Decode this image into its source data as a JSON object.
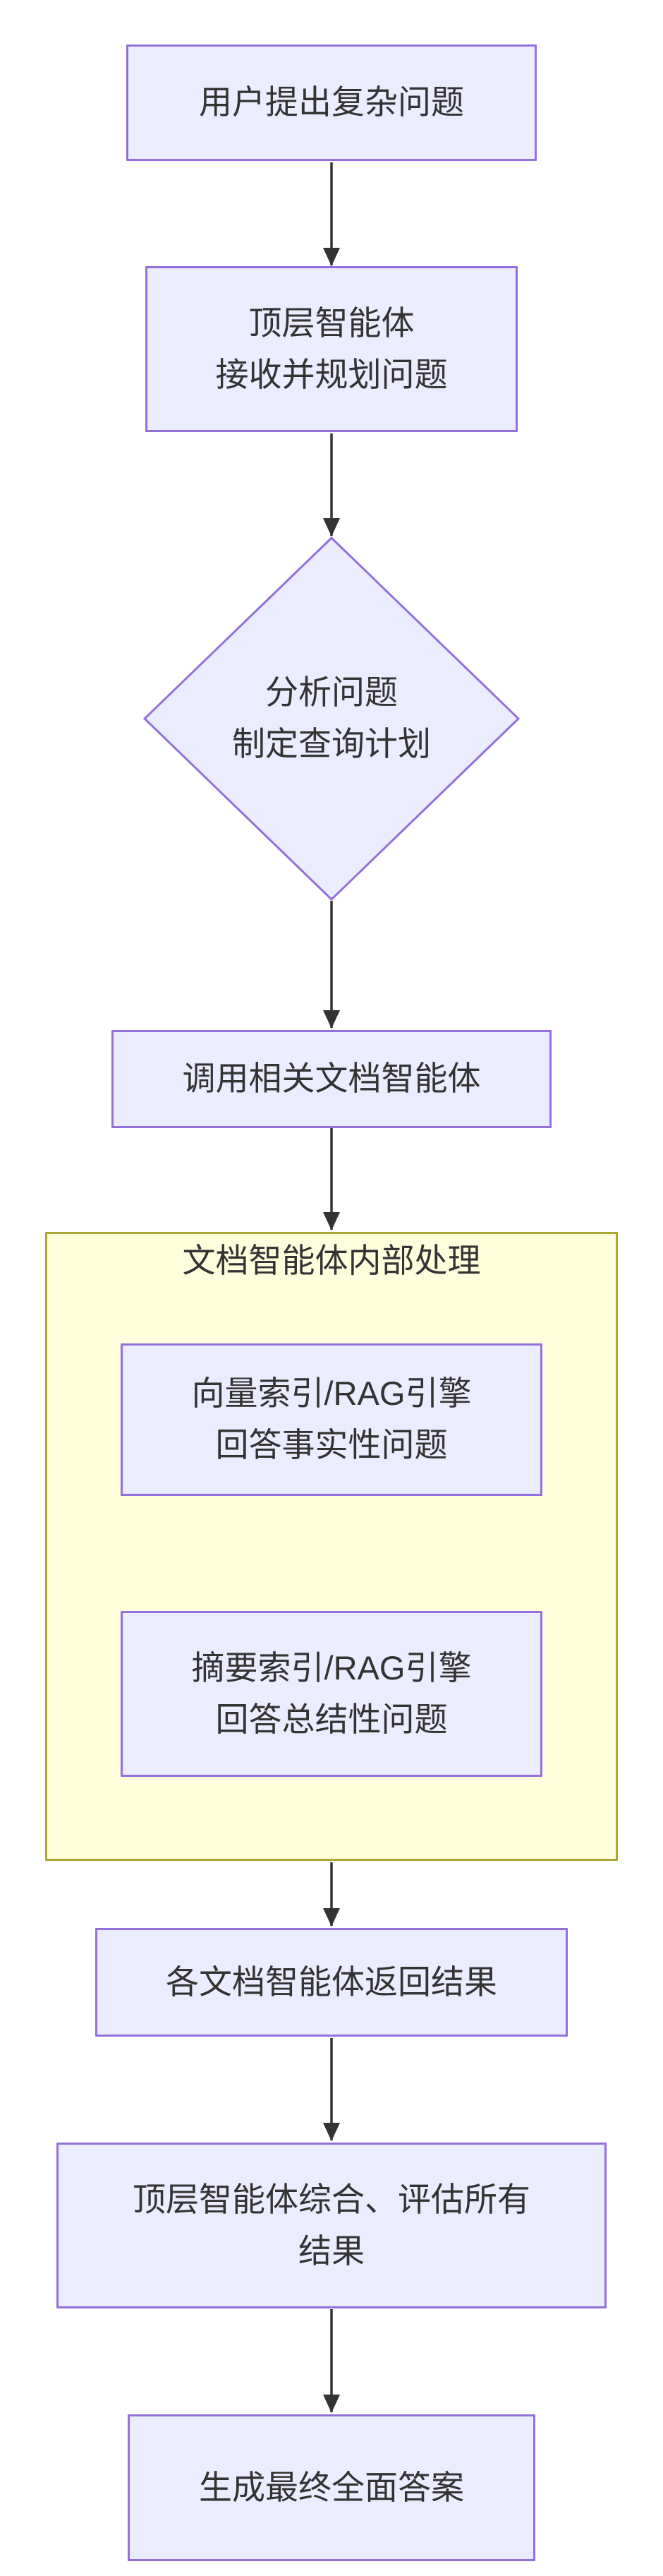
{
  "colors": {
    "background": "#FFFFFF",
    "node_fill": "#ECECFF",
    "node_border": "#9370DB",
    "cluster_fill": "#FFFFDE",
    "cluster_border": "#AAAA33",
    "edge_color": "#333333",
    "text_color": "#333333"
  },
  "flowchart": {
    "direction": "top-down",
    "nodes": {
      "user_question": "用户提出复杂问题",
      "top_agent_receive": "顶层智能体\n接收并规划问题",
      "analyze_plan": "分析问题\n制定查询计划",
      "call_doc_agents": "调用相关文档智能体",
      "vector_rag": "向量索引/RAG引擎\n回答事实性问题",
      "summary_rag": "摘要索引/RAG引擎\n回答总结性问题",
      "agents_return": "各文档智能体返回结果",
      "synthesize_evaluate": "顶层智能体综合、评估所有\n结果",
      "final_answer": "生成最终全面答案"
    },
    "shapes": {
      "user_question": "rect",
      "top_agent_receive": "rect",
      "analyze_plan": "diamond",
      "call_doc_agents": "rect",
      "vector_rag": "rect",
      "summary_rag": "rect",
      "agents_return": "rect",
      "synthesize_evaluate": "rect",
      "final_answer": "rect"
    },
    "cluster": {
      "title": "文档智能体内部处理",
      "children": [
        "vector_rag",
        "summary_rag"
      ]
    },
    "edges": [
      {
        "from": "user_question",
        "to": "top_agent_receive"
      },
      {
        "from": "top_agent_receive",
        "to": "analyze_plan"
      },
      {
        "from": "analyze_plan",
        "to": "call_doc_agents"
      },
      {
        "from": "call_doc_agents",
        "to": "doc_agent_cluster"
      },
      {
        "from": "doc_agent_cluster",
        "to": "agents_return"
      },
      {
        "from": "agents_return",
        "to": "synthesize_evaluate"
      },
      {
        "from": "synthesize_evaluate",
        "to": "final_answer"
      }
    ]
  }
}
